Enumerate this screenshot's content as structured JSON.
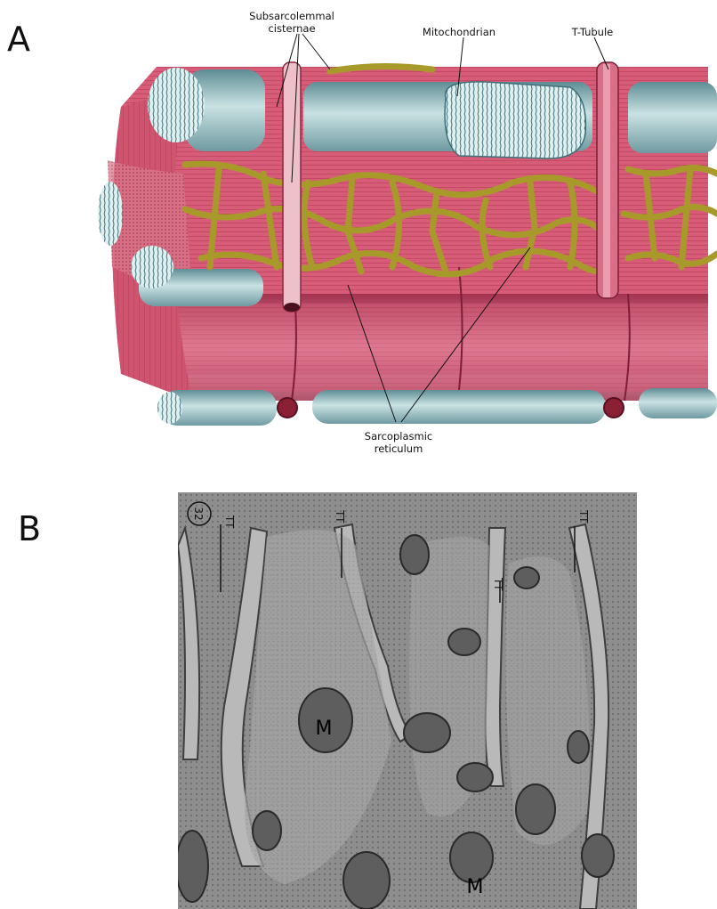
{
  "panels": [
    {
      "letter": "A",
      "labels": {
        "subsarcolemmal_line1": "Subsarcolemmal",
        "subsarcolemmal_line2": "cisternae",
        "mitochondrion": "Mitochondrian",
        "t_tubule": "T-Tubule",
        "sarcoplasmic_line1": "Sarcoplasmic",
        "sarcoplasmic_line2": "reticulum"
      }
    },
    {
      "letter": "B",
      "plate_number": "32",
      "tt_label": "TT",
      "mito_label": "M"
    }
  ],
  "colors": {
    "myofibril": "#c84a64",
    "myofibril_light": "#e89aa8",
    "mitochondria": "#9cc3c6",
    "reticulum": "#a89a2c",
    "micrograph_bg": "#9c9c9c"
  }
}
